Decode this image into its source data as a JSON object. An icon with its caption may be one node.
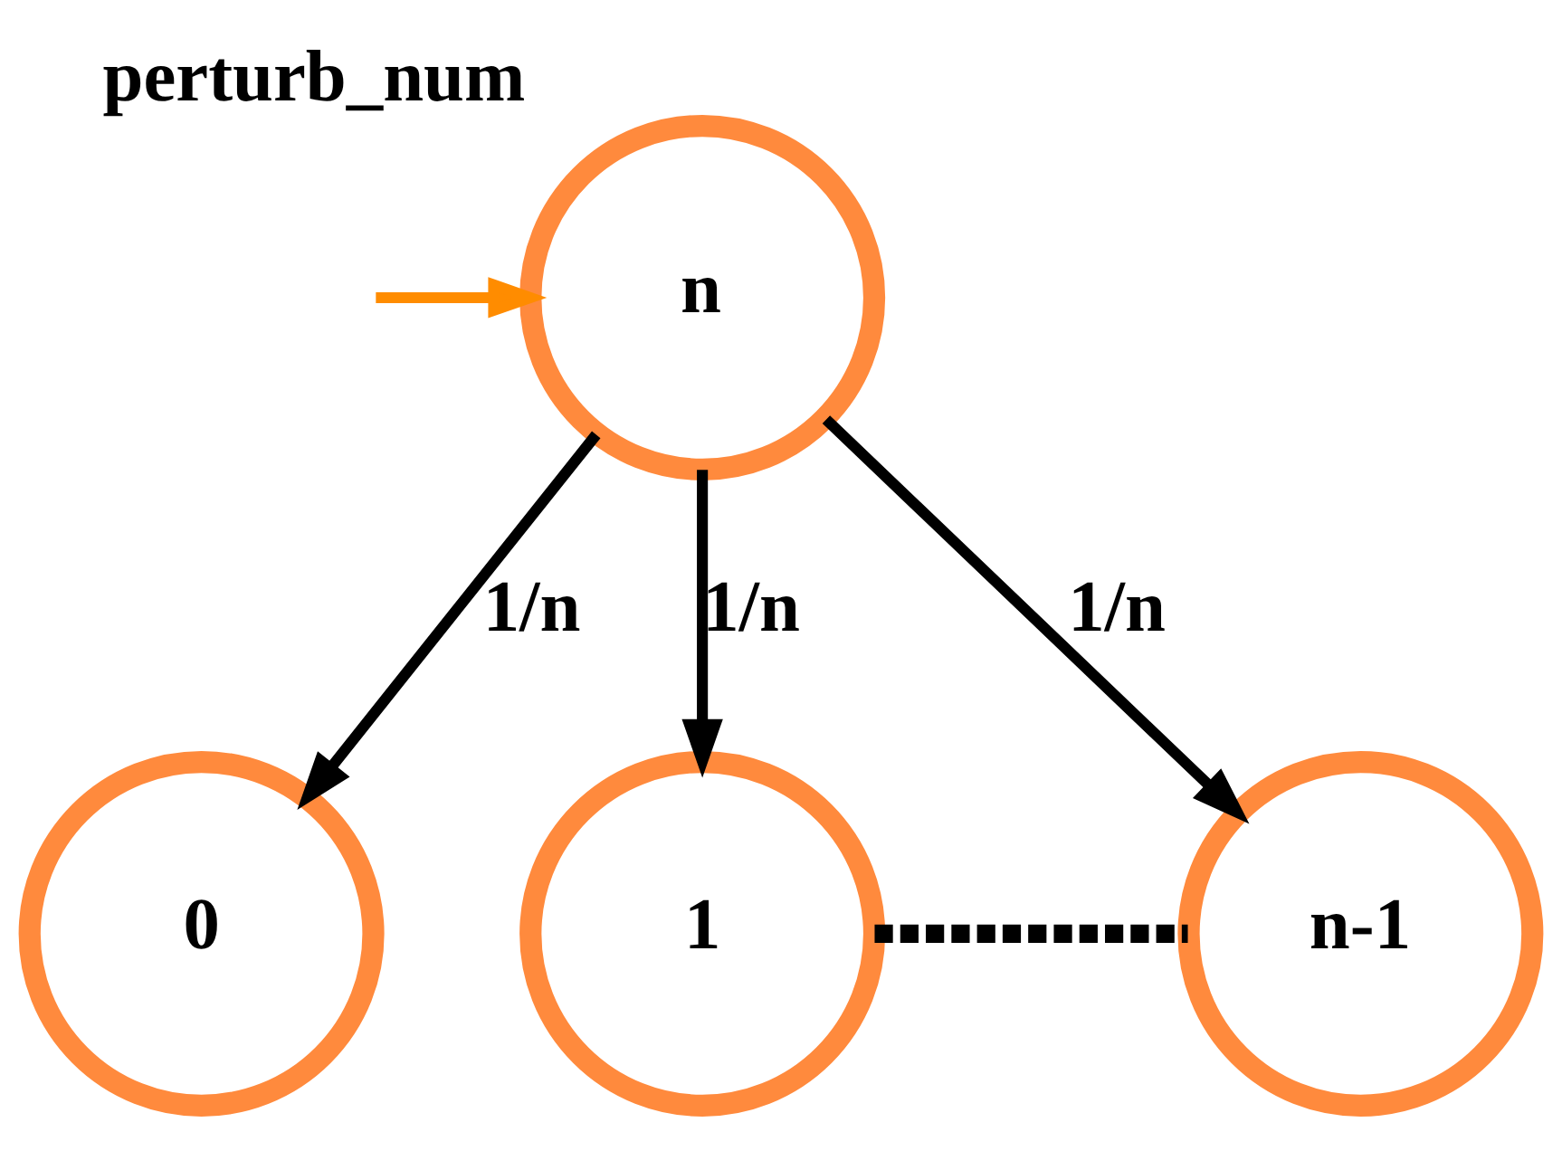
{
  "diagram": {
    "nodes": [
      {
        "text": [
          "n"
        ],
        "beside": [
          "perturb_num"
        ]
      },
      {
        "text": [
          "0"
        ]
      },
      {
        "text": [
          "1"
        ]
      },
      {
        "text": [
          "n-1"
        ]
      }
    ],
    "edges": [
      {
        "from": null,
        "to": 0,
        "arrow": "to",
        "color": "#ff8c00"
      },
      {
        "from": 0,
        "to": 1,
        "arrow": "to",
        "label": "1/n"
      },
      {
        "from": 0,
        "to": 2,
        "arrow": "to",
        "label": "1/n"
      },
      {
        "from": 0,
        "to": 3,
        "arrow": "to",
        "label": "1/n"
      },
      {
        "from": 2,
        "to": 3,
        "arrow": "none",
        "style": "dashed"
      }
    ]
  }
}
